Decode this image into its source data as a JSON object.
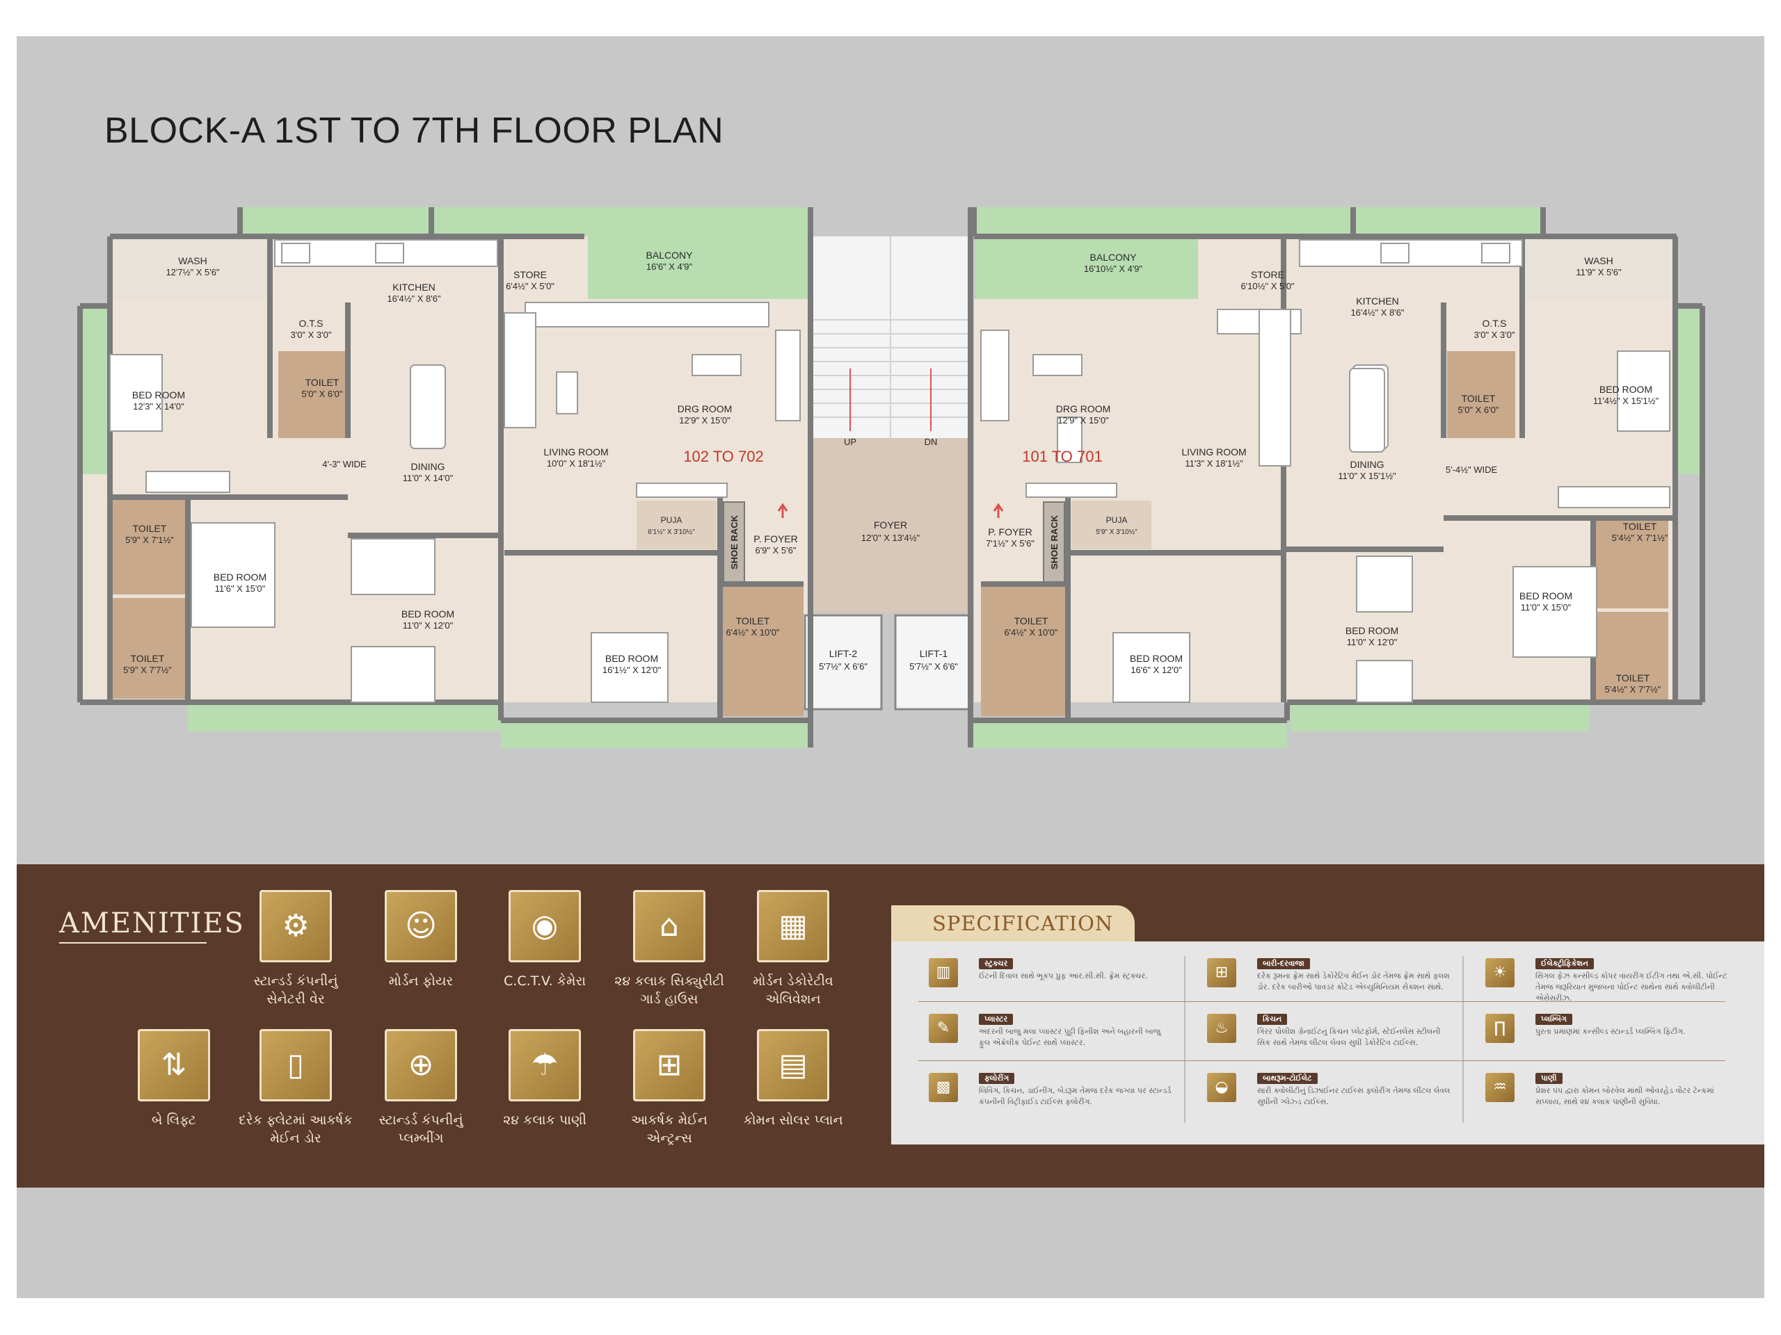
{
  "title": "BLOCK-A 1ST TO 7TH FLOOR PLAN",
  "colors": {
    "page_bg": "#c8c8c8",
    "floor": "#ede3d8",
    "wall": "#7a7a7a",
    "green": "#b7ddb0",
    "toilet": "#c9a98c",
    "panel": "#5a3a2a",
    "gold": "#c9a45a"
  },
  "left_unit": {
    "flat_numbers": "102 TO 702",
    "rooms": [
      {
        "name": "WASH",
        "size": "12'7½\" X 5'6\""
      },
      {
        "name": "KITCHEN",
        "size": "16'4½\" X 8'6\""
      },
      {
        "name": "STORE",
        "size": "6'4½\" X 5'0\""
      },
      {
        "name": "BALCONY",
        "size": "16'6\" X 4'9\""
      },
      {
        "name": "O.T.S",
        "size": "3'0\" X 3'0\""
      },
      {
        "name": "TOILET",
        "size": "5'0\" X 6'0\""
      },
      {
        "name": "BED ROOM",
        "size": "12'3\" X 14'0\""
      },
      {
        "name": "DRG ROOM",
        "size": "12'9\" X 15'0\""
      },
      {
        "name": "LIVING ROOM",
        "size": "10'0\" X 18'1½\""
      },
      {
        "name": "DINING",
        "size": "11'0\" X 14'0\""
      },
      {
        "name": "WIDE",
        "size": "4'-3\" WIDE"
      },
      {
        "name": "TOILET",
        "size": "5'9\" X 7'1½\""
      },
      {
        "name": "BED ROOM",
        "size": "11'6\" X 15'0\""
      },
      {
        "name": "BED ROOM",
        "size": "11'0\" X 12'0\""
      },
      {
        "name": "TOILET",
        "size": "5'9\" X 7'7½\""
      },
      {
        "name": "PUJA",
        "size": "6'1½\" X 3'10½\""
      },
      {
        "name": "P. FOYER",
        "size": "6'9\" X 5'6\""
      },
      {
        "name": "BED ROOM",
        "size": "16'1½\" X 12'0\""
      },
      {
        "name": "TOILET",
        "size": "6'4½\" X 10'0\""
      }
    ]
  },
  "right_unit": {
    "flat_numbers": "101 TO 701",
    "rooms": [
      {
        "name": "BALCONY",
        "size": "16'10½\" X 4'9\""
      },
      {
        "name": "STORE",
        "size": "6'10½\" X 5'0\""
      },
      {
        "name": "KITCHEN",
        "size": "16'4½\" X 8'6\""
      },
      {
        "name": "WASH",
        "size": "11'9\" X 5'6\""
      },
      {
        "name": "O.T.S",
        "size": "3'0\" X 3'0\""
      },
      {
        "name": "TOILET",
        "size": "5'0\" X 6'0\""
      },
      {
        "name": "BED ROOM",
        "size": "11'4½\" X 15'1½\""
      },
      {
        "name": "DRG ROOM",
        "size": "12'9\" X 15'0\""
      },
      {
        "name": "LIVING ROOM",
        "size": "11'3\" X 18'1½\""
      },
      {
        "name": "DINING",
        "size": "11'0\" X 15'1½\""
      },
      {
        "name": "WIDE",
        "size": "5'-4½\" WIDE"
      },
      {
        "name": "TOILET",
        "size": "5'4½\" X 7'1½\""
      },
      {
        "name": "P. FOYER",
        "size": "7'1½\" X 5'6\""
      },
      {
        "name": "PUJA",
        "size": "5'9\" X 3'10½\""
      },
      {
        "name": "BED ROOM",
        "size": "11'0\" X 15'0\""
      },
      {
        "name": "TOILET",
        "size": "6'4½\" X 10'0\""
      },
      {
        "name": "BED ROOM",
        "size": "16'6\" X 12'0\""
      },
      {
        "name": "BED ROOM",
        "size": "11'0\" X 12'0\""
      },
      {
        "name": "TOILET",
        "size": "5'4½\" X 7'7½\""
      }
    ]
  },
  "core": {
    "up": "UP",
    "dn": "DN",
    "shoe_rack": "SHOE RACK",
    "foyer": {
      "name": "FOYER",
      "size": "12'0\" X 13'4½\""
    },
    "lift2": {
      "name": "LIFT-2",
      "size": "5'7½\" X 6'6\""
    },
    "lift1": {
      "name": "LIFT-1",
      "size": "5'7½\" X 6'6\""
    }
  },
  "amenities": {
    "heading": "AMENITIES",
    "items": [
      {
        "icon": "sanitary-icon",
        "glyph": "⚙",
        "label1": "સ્ટાન્ડર્ડ કંપનીનું",
        "label2": "સેનેટરી વેર"
      },
      {
        "icon": "reception-icon",
        "glyph": "☺",
        "label1": "મોર્ડન ફોયર",
        "label2": ""
      },
      {
        "icon": "cctv-icon",
        "glyph": "◉",
        "label1": "C.C.T.V. કેમેરા",
        "label2": ""
      },
      {
        "icon": "security-icon",
        "glyph": "⌂",
        "label1": "૨૪ કલાક સિક્યુરીટી",
        "label2": "ગાર્ડ હાઉસ"
      },
      {
        "icon": "building-icon",
        "glyph": "▦",
        "label1": "મોર્ડન ડેકોરેટીવ",
        "label2": "એલિવેશન"
      },
      {
        "icon": "lift-icon",
        "glyph": "⇅",
        "label1": "બે લિફ્ટ",
        "label2": ""
      },
      {
        "icon": "door-icon",
        "glyph": "▯",
        "label1": "દરેક ફ્લેટમાં આકર્ષક",
        "label2": "મેઈન ડોર"
      },
      {
        "icon": "plumbing-icon",
        "glyph": "⊕",
        "label1": "સ્ટાન્ડર્ડ કંપનીનું",
        "label2": "પ્લમ્બીંગ"
      },
      {
        "icon": "shower-icon",
        "glyph": "☂",
        "label1": "૨૪ કલાક પાણી",
        "label2": ""
      },
      {
        "icon": "gate-icon",
        "glyph": "⊞",
        "label1": "આકર્ષક મેઈન",
        "label2": "એન્ટ્રન્સ"
      },
      {
        "icon": "solar-icon",
        "glyph": "▤",
        "label1": "કોમન સોલર પ્લાન",
        "label2": ""
      }
    ]
  },
  "specification": {
    "heading": "SPECIFICATION",
    "items": [
      {
        "icon": "structure-icon",
        "glyph": "▥",
        "head": "સ્ટ્રક્ચર",
        "text": "ઈંટની દિવાલ સાથે ભૂકંપ પ્રુફ આર.સી.સી. ફ્રેમ સ્ટ્રક્ચર."
      },
      {
        "icon": "window-icon",
        "glyph": "⊞",
        "head": "બારી-દરવાજા",
        "text": "દરેક રૂમના ફ્રેમ સાથે ડેકોરેટિવ મેઈન ડોર તેમજ ફ્રેમ સાથે ફ્લશ ડોર. દરેક બારીઓ પાવડર કોટેડ એલ્યુમિનિયમ સેક્શન સાથે."
      },
      {
        "icon": "electric-icon",
        "glyph": "☀",
        "head": "ઈલેક્ટ્રીફિકેશન",
        "text": "સિંગલ ફેઝ કન્સીલ્ડ કોપર વાયરીંગ ઈટીંગ તથા એ.સી. પોઈન્ટ તેમજ જરૂરિયાત મુજબના પોઈન્ટ સાથેના સાથે ક્વોલીટીની એસેસરીઝ."
      },
      {
        "icon": "plaster-icon",
        "glyph": "✎",
        "head": "પ્લાસ્ટર",
        "text": "અંદરની બાજુ મલા પ્લાસ્ટર પુટ્ટી ફિનીશ અને બહારની બાજુ ફુલ એક્રેલીક પેઈન્ટ સાથે પ્લાસ્ટર."
      },
      {
        "icon": "kitchen-icon",
        "glyph": "♨",
        "head": "કિચન",
        "text": "ગિરર પોલીશ ગ્રેનાઈટનું કિચન પ્લેટફોર્મ, સ્ટેઈનલેસ સ્ટીલની સિંક સાથે તેમજ લીંટલ લેવલ સુધી ડેકોરેટિવ ટાઈલ્સ."
      },
      {
        "icon": "pipe-icon",
        "glyph": "∏",
        "head": "પ્લમ્બિંગ",
        "text": "પુરતા પ્રમાણમાં કન્સીલ્ડ સ્ટાન્ડર્ડ પ્લમ્બિંગ ફિટીંગ."
      },
      {
        "icon": "flooring-icon",
        "glyph": "▩",
        "head": "ફ્લોરીંગ",
        "text": "લિવિંગ, કિચન, ડાઈનીંગ, બેડરૂમ તેમજ દરેક જગ્યા પર સ્ટાન્ડર્ડ કંપનીની વિટ્રીફાઈડ ટાઈલ્સ ફ્લોરીંગ."
      },
      {
        "icon": "bathroom-icon",
        "glyph": "◒",
        "head": "બાથરૂમ-ટોઈલેટ",
        "text": "સારી ક્વોલીટીનું ડિઝાઈનર ટાઈલ્સ ફ્લોરીંગ તેમજ લીંટલ લેવલ સુધીની ગ્લેઝ્ડ ટાઈલ્સ."
      },
      {
        "icon": "water-icon",
        "glyph": "♒",
        "head": "પાણી",
        "text": "પ્રેશર પંપ દ્વારા કોમન બોરવેલ માંથી ઓવરહેડ વોટર ટેન્કમાં સપ્લાય, સાથે ૨૪ કલાક પાણીની સુવિધા."
      }
    ]
  }
}
